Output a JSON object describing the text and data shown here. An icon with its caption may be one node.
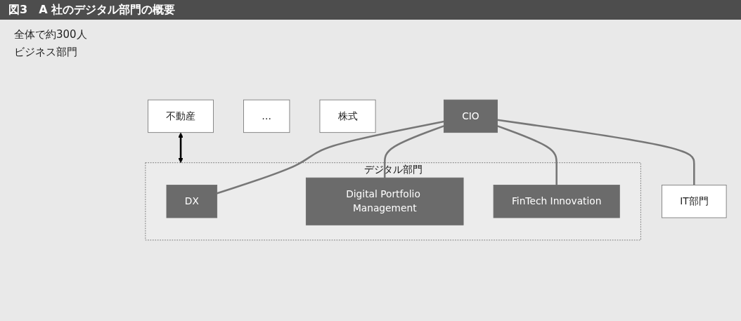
{
  "diagram": {
    "title": "図3　A 社のデジタル部門の概要",
    "nodes": [
      {
        "text": [
          "CIO"
        ]
      },
      {
        "text": [
          "…"
        ]
      },
      {
        "text": [
          "株式"
        ]
      },
      {
        "text": [
          "不動産"
        ]
      },
      {
        "text": [
          "デジタル部門"
        ]
      },
      {
        "text": [
          "DX"
        ],
        "in": 4
      },
      {
        "text": [
          "Digital Portfolio Management"
        ],
        "in": 4
      },
      {
        "text": [
          "FinTech Innovation"
        ],
        "in": 4
      },
      {
        "text": [
          "IT部門"
        ]
      }
    ],
    "edges": [
      {
        "from": 0,
        "to": 5,
        "arrow": "none"
      },
      {
        "from": 0,
        "to": 6,
        "arrow": "none"
      },
      {
        "from": 0,
        "to": 7,
        "arrow": "none"
      },
      {
        "from": 0,
        "to": 8,
        "arrow": "none"
      },
      {
        "from": 3,
        "to": 4,
        "arrow": "both",
        "color": "#000000"
      }
    ],
    "labels": [
      "全体で約300人",
      "ビジネス部門"
    ]
  }
}
